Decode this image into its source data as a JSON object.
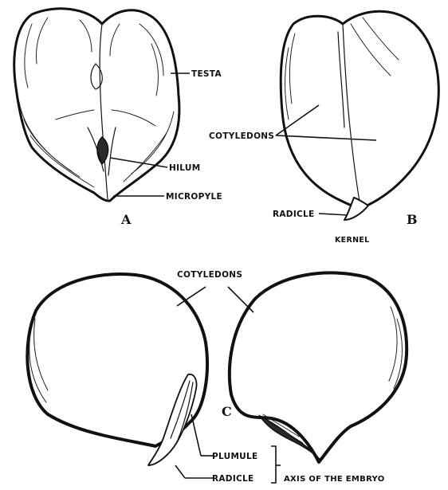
{
  "labels": {
    "testa": "TESTA",
    "cotyledons_b": "COTYLEDONS",
    "hilum": "HILUM",
    "micropyle": "MICROPYLE",
    "radicle_b": "RADICLE",
    "kernel": "KERNEL",
    "cotyledons_c": "COTYLEDONS",
    "plumule": "PLUMULE",
    "radicle_c": "RADICLE",
    "axis": "AXIS OF THE EMBRYO"
  },
  "panels": {
    "a": "A",
    "b": "B",
    "c": "C"
  }
}
